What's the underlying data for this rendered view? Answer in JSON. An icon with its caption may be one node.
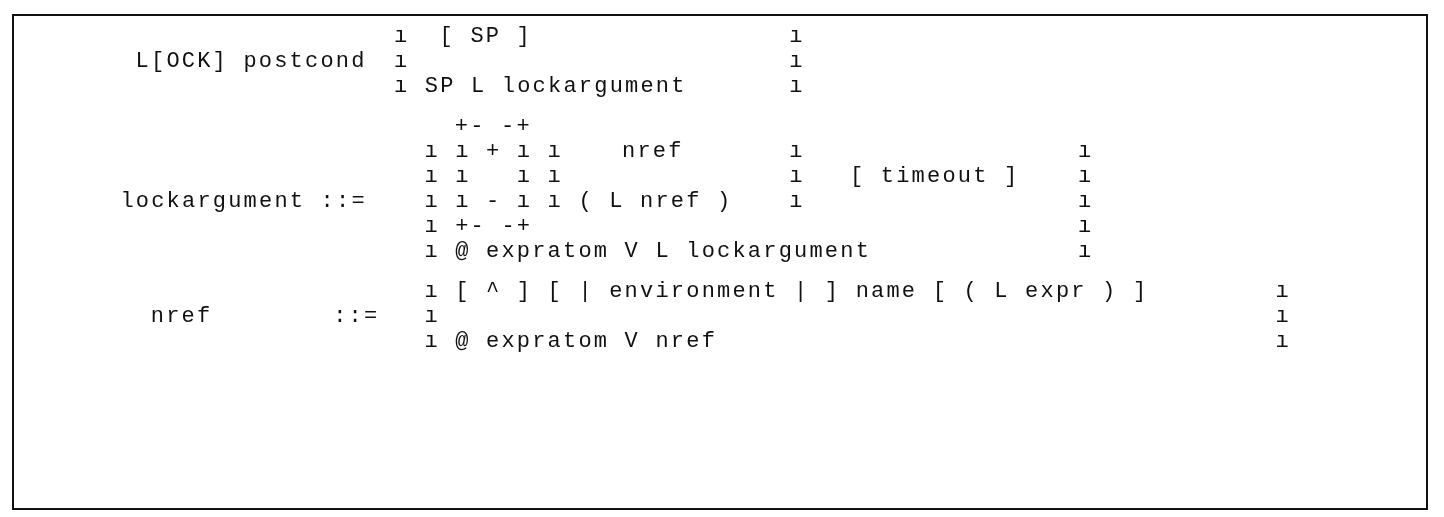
{
  "diagram": {
    "labels": [
      "ı",
      "[ SP ]",
      "ı",
      "L[OCK] postcond",
      "ı",
      "ı",
      "ı SP L lockargument",
      "ı",
      "+- -+",
      "ı ı + ı ı",
      "nref",
      "ı",
      "ı",
      "ı ı   ı ı",
      "ı",
      "[ timeout ]",
      "ı",
      "lockargument ::=",
      "ı ı - ı ı ( L nref )",
      "ı",
      "ı",
      "ı +- -+",
      "ı",
      "ı @ expratom V L lockargument",
      "ı",
      "ı [ ^ ] [ | environment | ] name [ ( L expr ) ]",
      "ı",
      "nref",
      "::=",
      "ı",
      "ı",
      "ı @ expratom V nref",
      "ı"
    ]
  }
}
